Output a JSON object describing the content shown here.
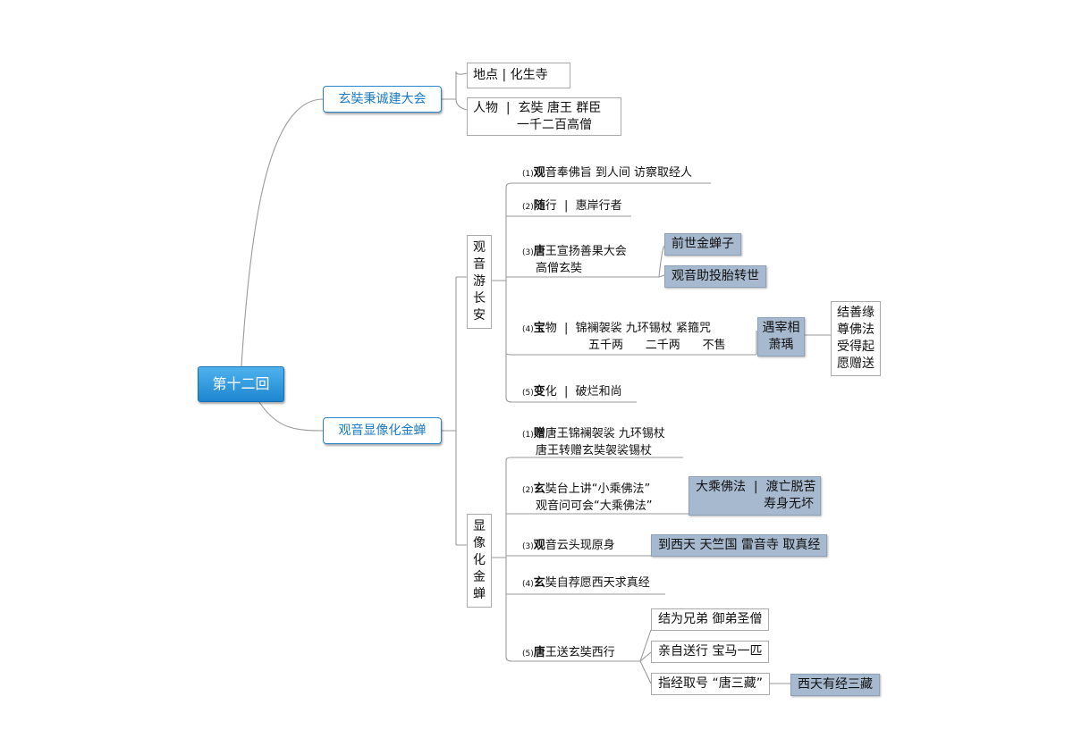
{
  "root": {
    "label": "第十二回"
  },
  "topics": [
    {
      "label": "玄奘秉诚建大会",
      "details": [
        {
          "line1": "地点  |  化生寺"
        },
        {
          "line1": "人物  |  玄奘 唐王 群臣",
          "line2": "           一千二百高僧"
        }
      ]
    },
    {
      "label": "观音显像化金蝉",
      "sections": [
        {
          "label": [
            "观",
            "音",
            "游",
            "长",
            "安"
          ],
          "items": [
            {
              "index": "(1)",
              "lead": "观",
              "text": "音奉佛旨 到人间 访察取经人"
            },
            {
              "index": "(2)",
              "lead": "随",
              "text": "行  |  惠岸行者"
            },
            {
              "index": "(3)",
              "lead": "唐",
              "text": "王宣扬善果大会",
              "line2": "高僧玄奘",
              "children": [
                "前世金蝉子",
                "观音助投胎转世"
              ]
            },
            {
              "index": "(4)",
              "lead": "宝",
              "text": "物  |  锦襕袈裟 九环锡杖 紧箍咒",
              "line2": "五千两      二千两      不售",
              "children": [
                "遇宰相",
                "萧瑀"
              ],
              "grandchild": [
                "结善缘",
                "尊佛法",
                "受得起",
                "愿赠送"
              ]
            },
            {
              "index": "(5)",
              "lead": "变",
              "text": "化  |  破烂和尚"
            }
          ]
        },
        {
          "label": [
            "显",
            "像",
            "化",
            "金",
            "蝉"
          ],
          "items": [
            {
              "index": "(1)",
              "lead": "赠",
              "text": "唐王锦襕袈裟 九环锡杖",
              "line2": "唐王转赠玄奘袈裟锡杖"
            },
            {
              "index": "(2)",
              "lead": "玄",
              "text": "奘台上讲“小乘佛法”",
              "line2": "观音问可会“大乘佛法”",
              "children": [
                "大乘佛法  |  渡亡脱苦",
                "寿身无坏"
              ]
            },
            {
              "index": "(3)",
              "lead": "观",
              "text": "音云头现原身",
              "children": [
                "到西天 天竺国 雷音寺 取真经"
              ]
            },
            {
              "index": "(4)",
              "lead": "玄",
              "text": "奘自荐愿西天求真经"
            },
            {
              "index": "(5)",
              "lead": "唐",
              "text": "王送玄奘西行",
              "children": [
                "结为兄弟 御弟圣僧",
                "亲自送行 宝马一匹",
                "指经取号 “唐三藏”"
              ],
              "grandchild": "西天有经三藏"
            }
          ]
        }
      ]
    }
  ]
}
